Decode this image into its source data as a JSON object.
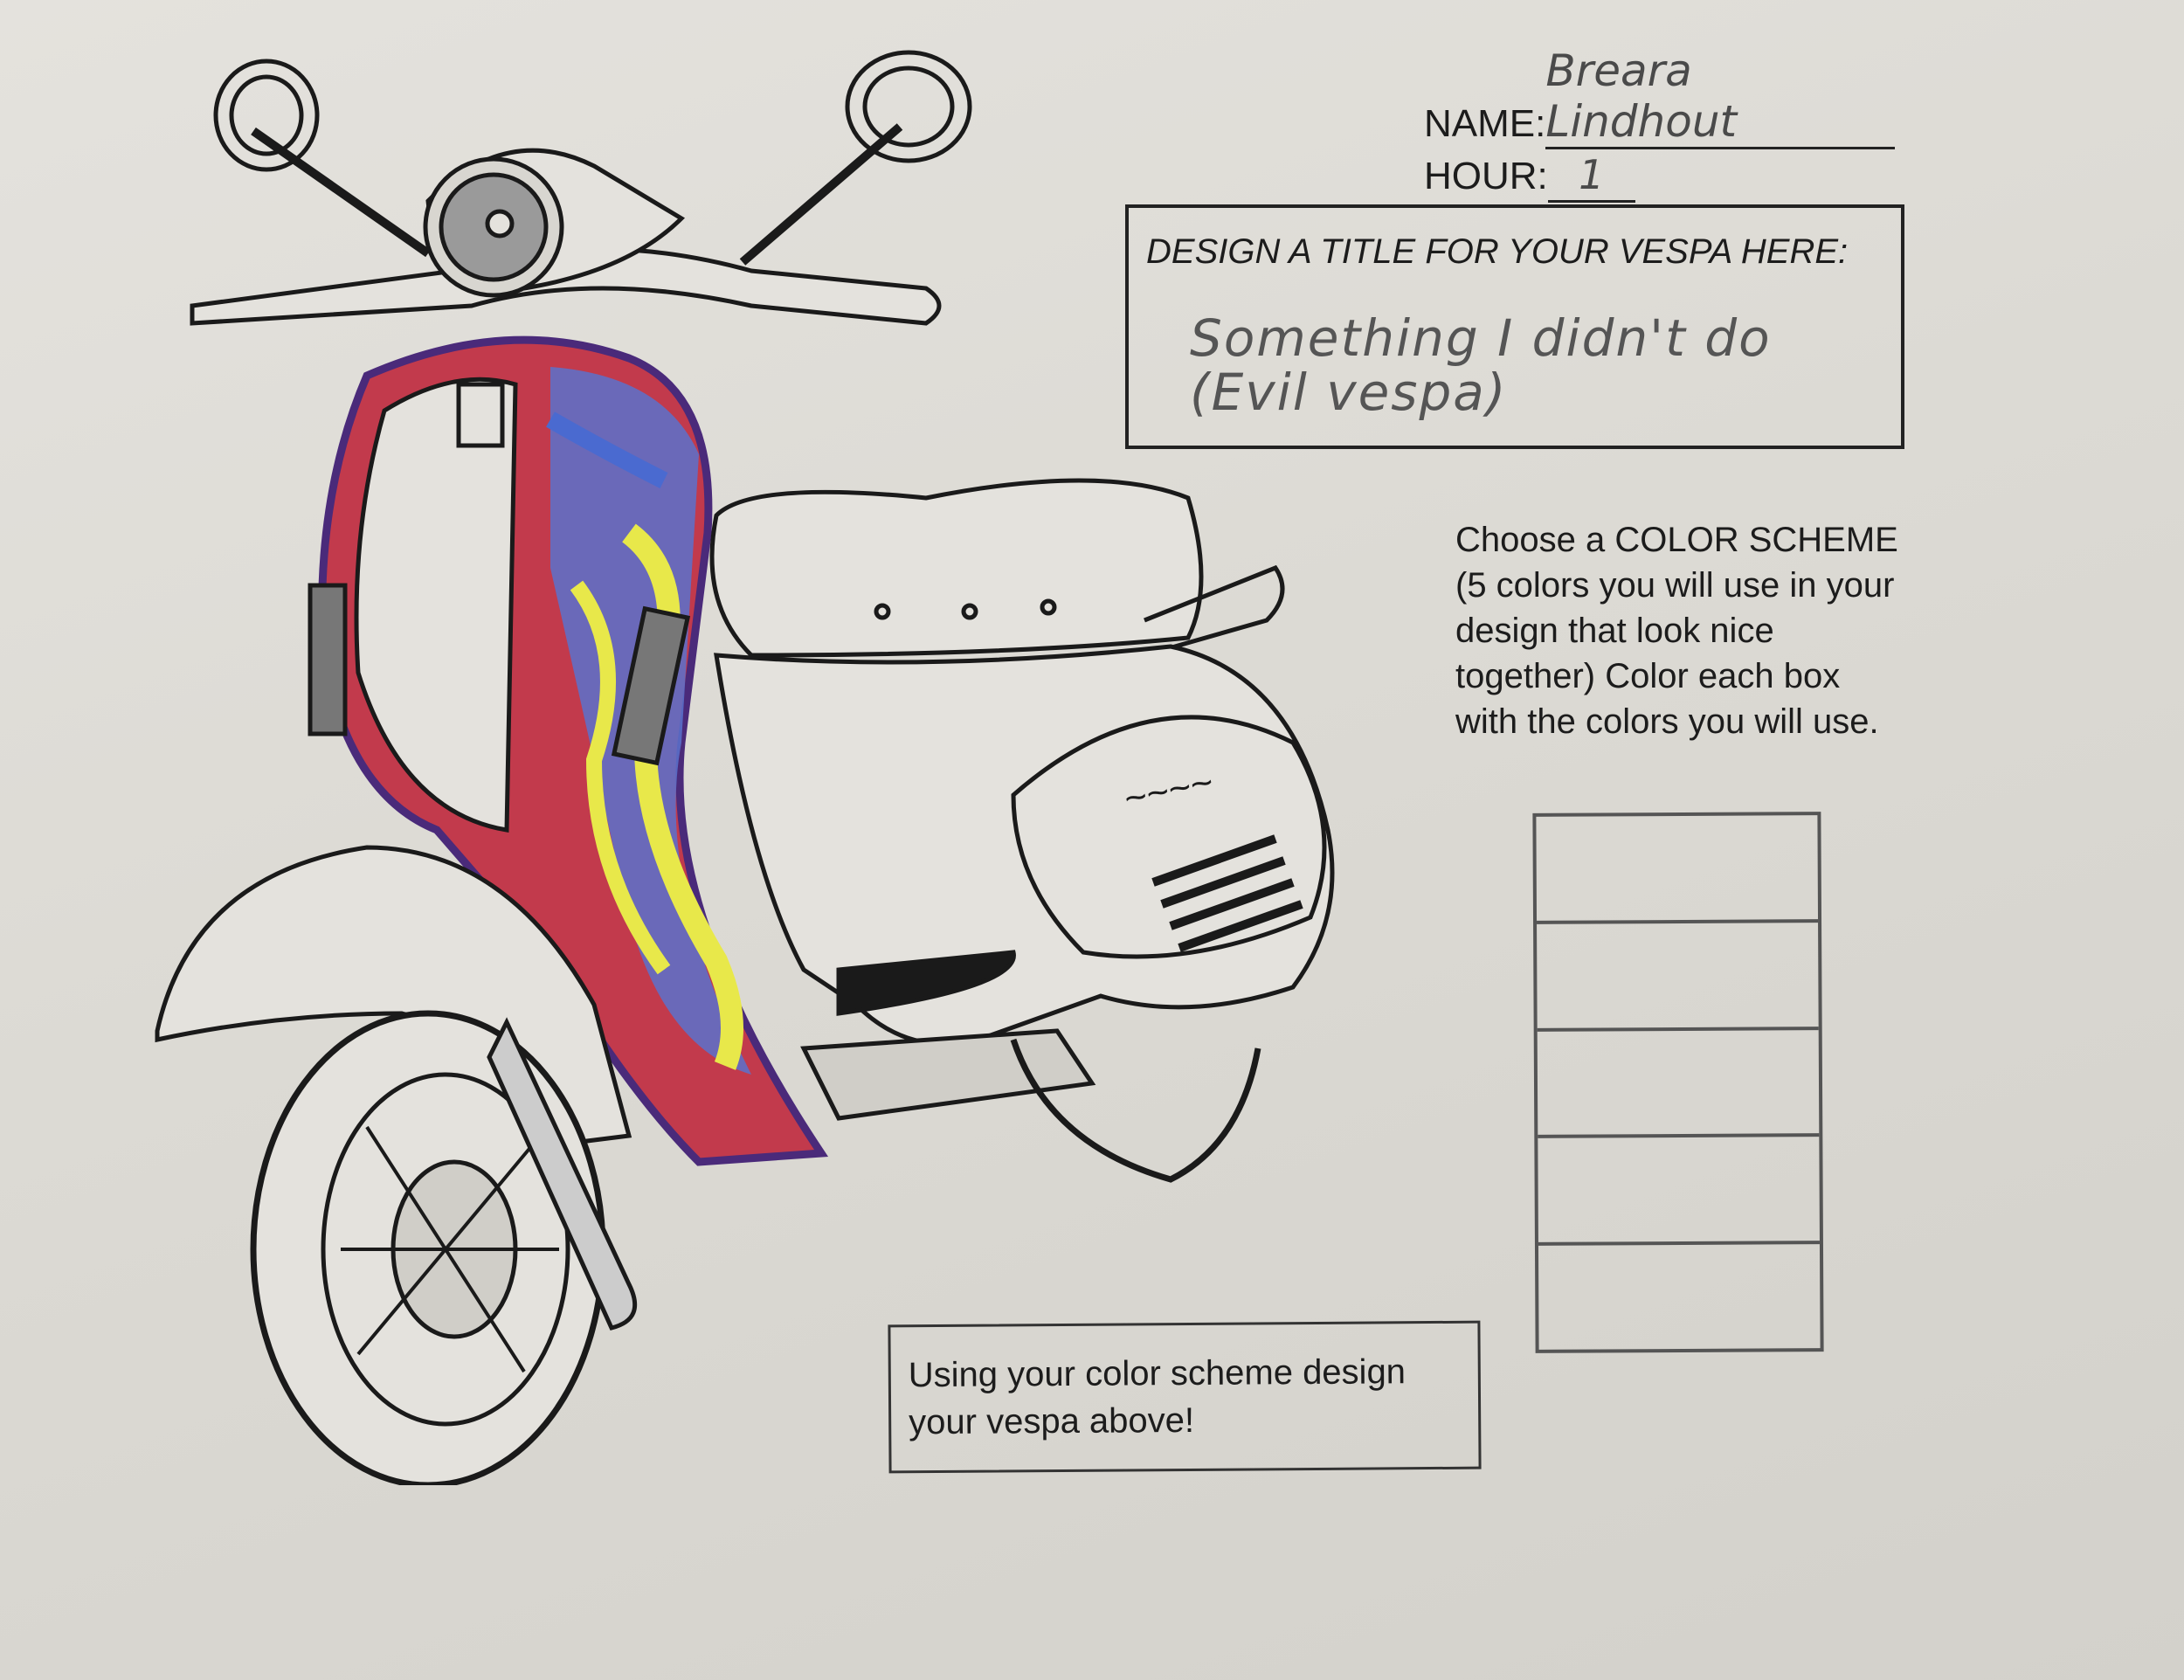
{
  "header": {
    "name_label": "NAME:",
    "name_value": "Breara Lindhout",
    "hour_label": "HOUR:",
    "hour_value": "1"
  },
  "title_box": {
    "prompt": "DESIGN A TITLE FOR YOUR VESPA HERE:",
    "answer": "Something I didn't do (Evil vespa)"
  },
  "color_scheme": {
    "instructions": "Choose a COLOR SCHEME (5 colors you will use in your design that look nice together) Color each box with the colors you will use.",
    "boxes": [
      "",
      "",
      "",
      "",
      ""
    ]
  },
  "design_box": {
    "text": "Using your color scheme design your vespa above!"
  },
  "colors": {
    "paper": "#e0ded9",
    "ink": "#1c1c1c",
    "red": "#c23a4c",
    "blue": "#4a6ad0",
    "yellow": "#e8e84a",
    "purple": "#4a2a7a"
  }
}
